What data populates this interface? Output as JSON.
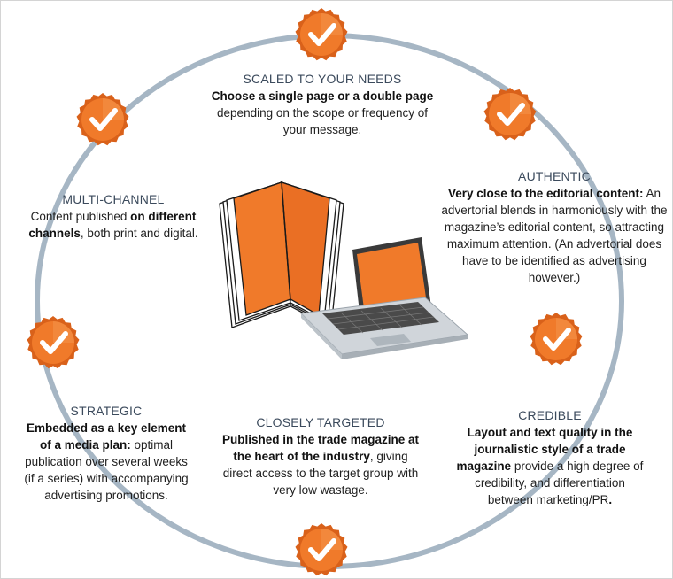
{
  "colors": {
    "accent": "#f07a2a",
    "accent_dark": "#d9611a",
    "ring": "#a6b6c4",
    "title": "#3b4a5c"
  },
  "icons": [
    "check-badge-icon",
    "book-icon",
    "laptop-icon"
  ],
  "items": {
    "scaled": {
      "title": "SCALED TO YOUR NEEDS",
      "bold": "Choose a single page or a double page",
      "rest": " depending on the scope or frequency of your message."
    },
    "authentic": {
      "title": "AUTHENTIC",
      "bold": "Very close to the editorial content:",
      "rest": " An advertorial blends in harmoniously with the magazine’s editorial content, so attracting maximum attention. (An advertorial does have to be identified as advertising however.)"
    },
    "multichannel": {
      "title": "MULTI-CHANNEL",
      "pre": "Content published ",
      "bold": "on different channels",
      "rest": ", both print and digital."
    },
    "strategic": {
      "title": "STRATEGIC",
      "bold": "Embedded as a key element of a media plan:",
      "rest": " optimal publication over several weeks (if a series) with accompanying advertising promotions."
    },
    "targeted": {
      "title": "CLOSELY TARGETED",
      "bold": "Published in the trade magazine at the heart of the industry",
      "rest": ", giving direct access to the target group with very low wastage."
    },
    "credible": {
      "title": "CREDIBLE",
      "bold": "Layout and text quality in the journalistic style of a trade magazine",
      "rest": " provide a high degree of credibility, and differentiation between marketing/PR",
      "end": "."
    }
  }
}
